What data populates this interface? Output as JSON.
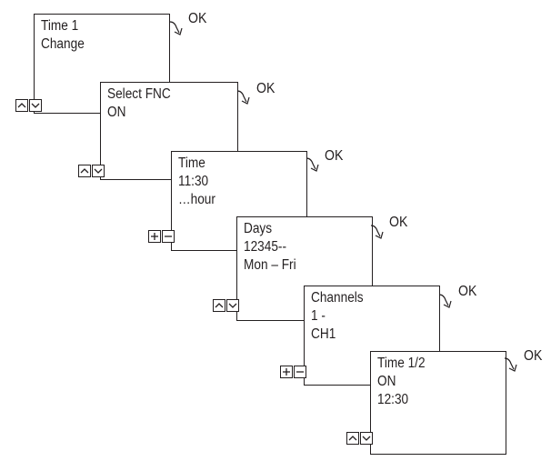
{
  "ok_label": "OK",
  "panels": [
    {
      "lines": [
        "Time 1",
        "Change"
      ],
      "buttons": [
        "up-icon",
        "down-icon"
      ]
    },
    {
      "lines": [
        "Select FNC",
        "ON"
      ],
      "buttons": [
        "up-icon",
        "down-icon"
      ]
    },
    {
      "lines": [
        "Time",
        "11:30",
        "…hour"
      ],
      "buttons": [
        "plus-icon",
        "minus-icon"
      ]
    },
    {
      "lines": [
        "Days",
        "12345--",
        "Mon – Fri"
      ],
      "buttons": [
        "up-icon",
        "down-icon"
      ]
    },
    {
      "lines": [
        "Channels",
        "1 -",
        "CH1"
      ],
      "buttons": [
        "plus-icon",
        "minus-icon"
      ]
    },
    {
      "lines": [
        "Time 1/2",
        "ON",
        "12:30"
      ],
      "buttons": [
        "up-icon",
        "down-icon"
      ]
    }
  ]
}
